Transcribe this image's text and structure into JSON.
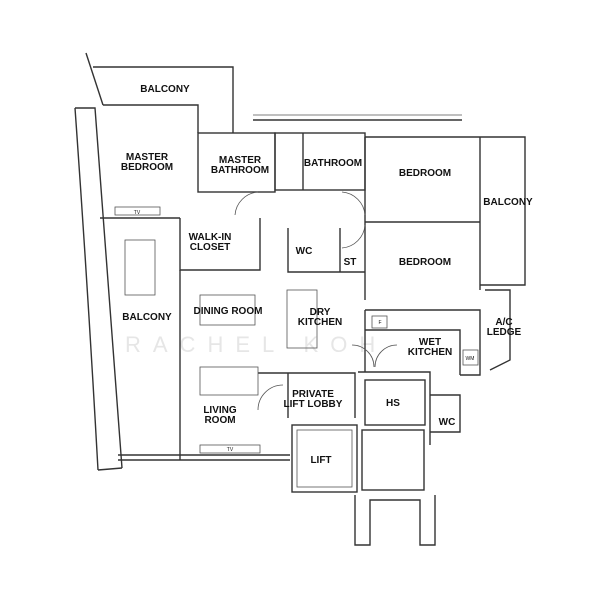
{
  "watermark": "RACHEL KOH",
  "rooms": {
    "balcony_top": "BALCONY",
    "master_bedroom": [
      "MASTER",
      "BEDROOM"
    ],
    "master_bathroom": [
      "MASTER",
      "BATHROOM"
    ],
    "bathroom": "BATHROOM",
    "bedroom_1": "BEDROOM",
    "balcony_right": "BALCONY",
    "walk_in_closet": [
      "WALK-IN",
      "CLOSET"
    ],
    "wc_1": "WC",
    "st": "ST",
    "bedroom_2": "BEDROOM",
    "balcony_left": "BALCONY",
    "dining_room": "DINING ROOM",
    "dry_kitchen": [
      "DRY",
      "KITCHEN"
    ],
    "ac_ledge": [
      "A/C",
      "LEDGE"
    ],
    "wet_kitchen": [
      "WET",
      "KITCHEN"
    ],
    "private_lift_lobby": [
      "PRIVATE",
      "LIFT LOBBY"
    ],
    "hs": "HS",
    "living_room": [
      "LIVING",
      "ROOM"
    ],
    "wc_2": "WC",
    "lift": "LIFT"
  },
  "fixtures": {
    "tv": "TV",
    "fridge": "F",
    "washer": "WM"
  }
}
